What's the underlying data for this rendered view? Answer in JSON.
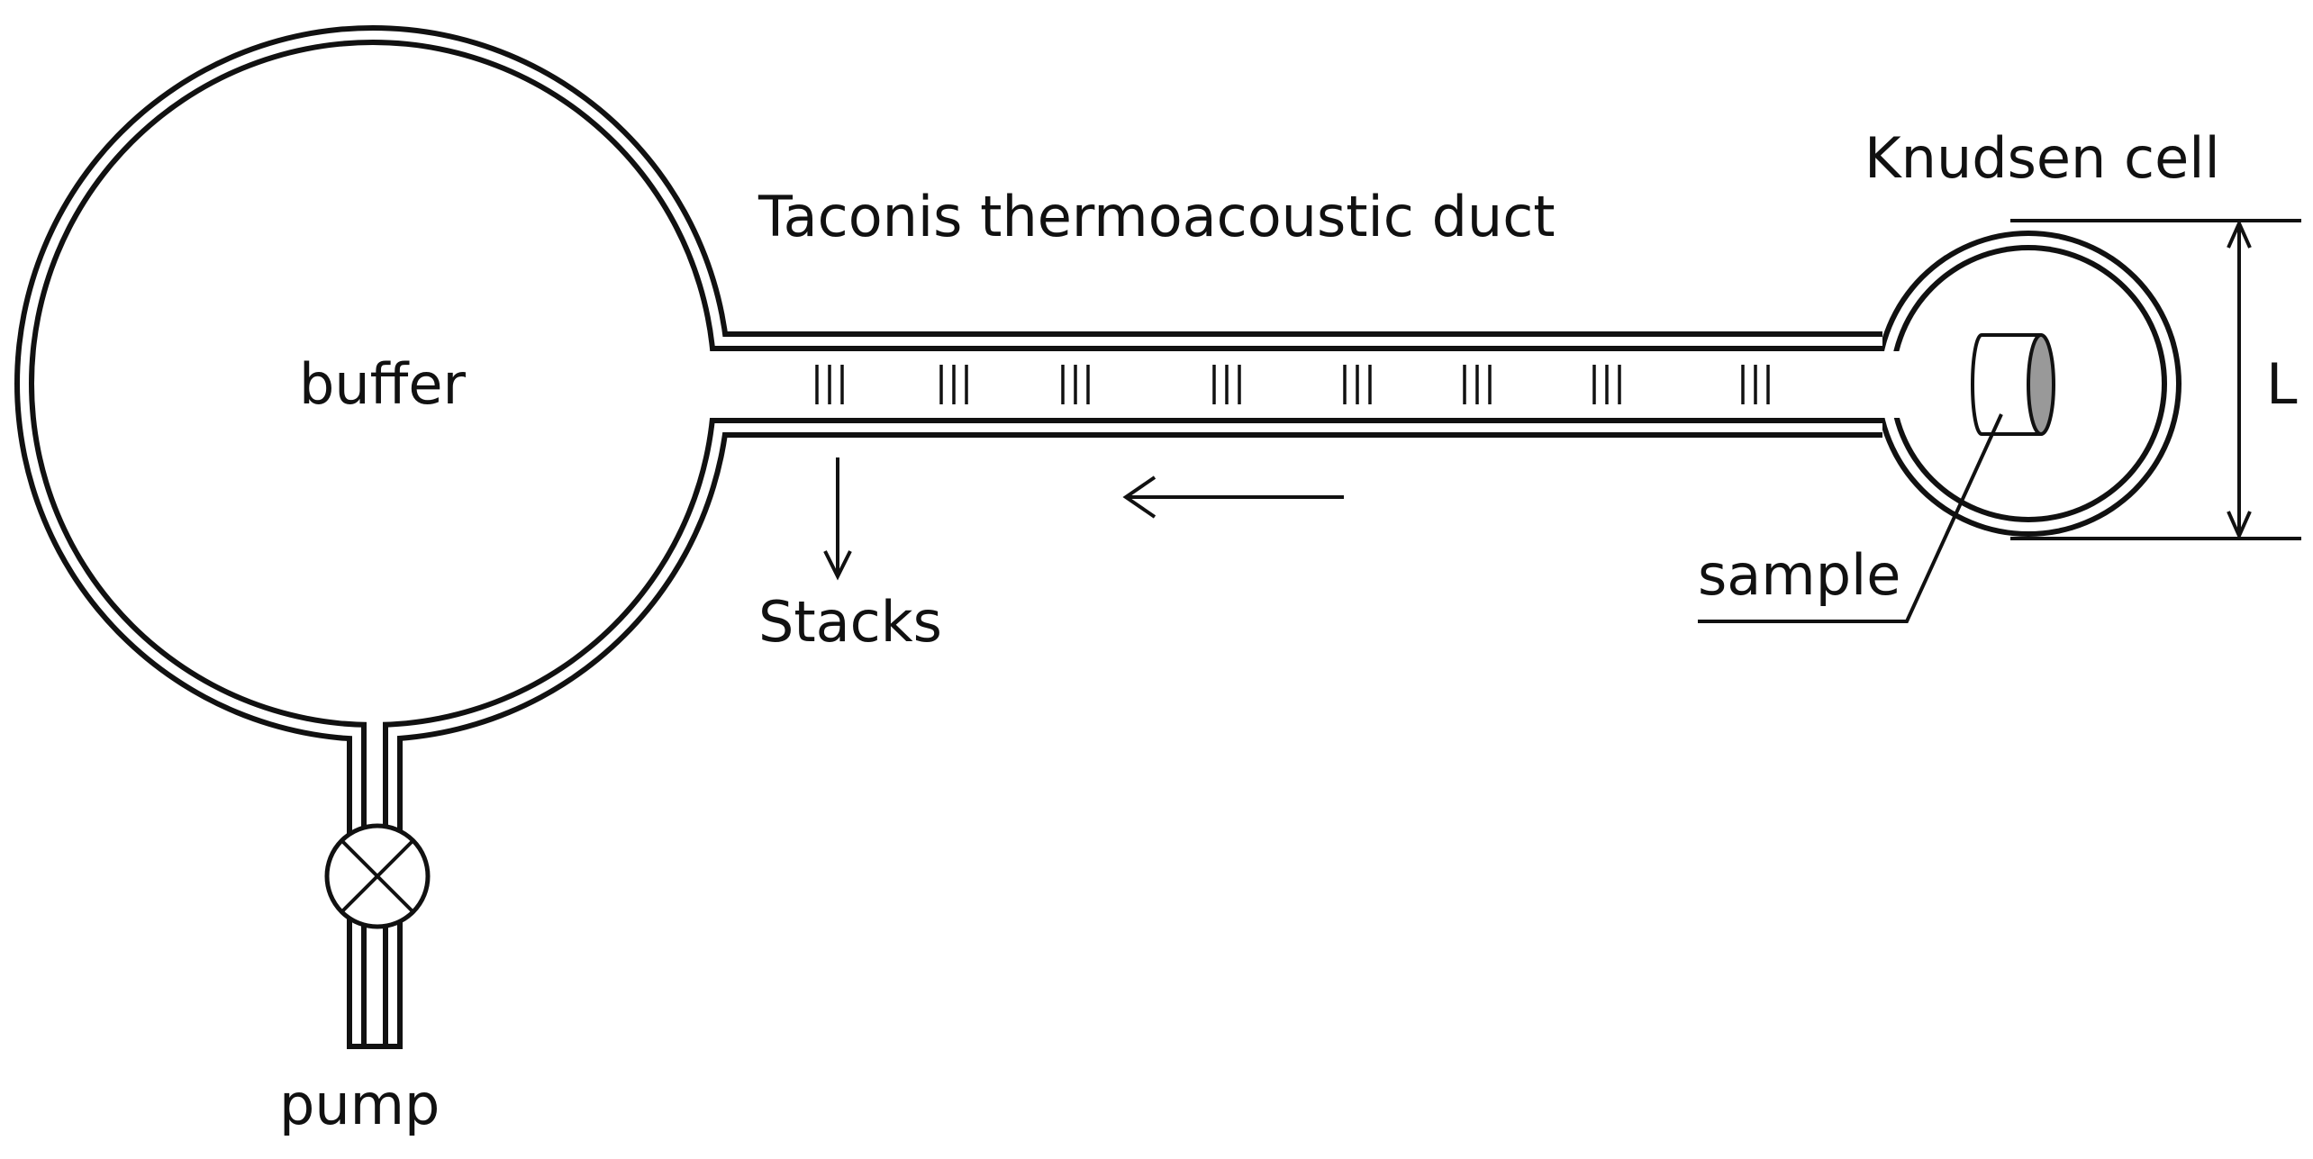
{
  "labels": {
    "buffer": "buffer",
    "duct": "Taconis thermoacoustic duct",
    "knudsen": "Knudsen cell",
    "stacks": "Stacks",
    "sample": "sample",
    "length": "L",
    "pump": "pump"
  },
  "stack_marker": "|||",
  "stack_count": 8,
  "icons": [
    "valve-icon",
    "flow-arrow-icon",
    "sample-cylinder-icon",
    "dimension-arrow-icon"
  ],
  "colors": {
    "line": "#111111",
    "background": "#ffffff",
    "sample_end": "#999999"
  }
}
